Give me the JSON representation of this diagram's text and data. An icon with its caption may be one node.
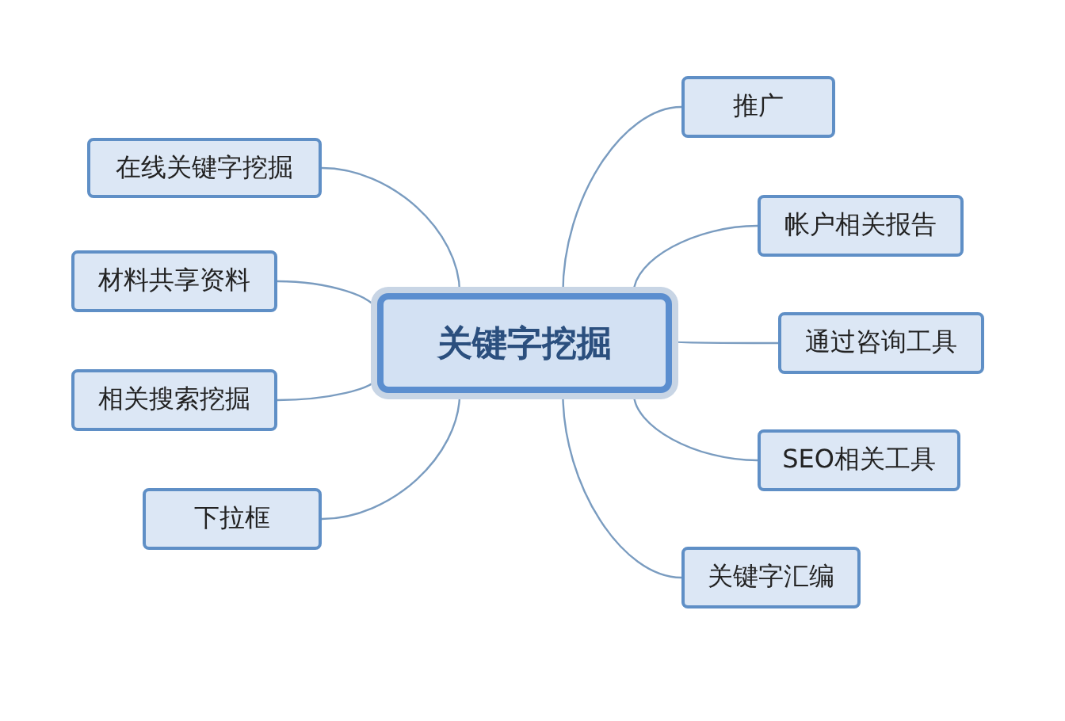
{
  "diagram": {
    "nodes": [
      {
        "text": [
          "关键字挖掘"
        ]
      },
      {
        "text": [
          "在线关键字挖掘"
        ]
      },
      {
        "text": [
          "材料共享资料"
        ]
      },
      {
        "text": [
          "相关搜索挖掘"
        ]
      },
      {
        "text": [
          "下拉框"
        ]
      },
      {
        "text": [
          "推广"
        ]
      },
      {
        "text": [
          "帐户相关报告"
        ]
      },
      {
        "text": [
          "通过咨询工具"
        ]
      },
      {
        "text": [
          "SEO相关工具"
        ]
      },
      {
        "text": [
          "关键字汇编"
        ]
      }
    ],
    "edges": [
      {
        "from": 0,
        "to": 1,
        "arrow": "none"
      },
      {
        "from": 0,
        "to": 2,
        "arrow": "none"
      },
      {
        "from": 0,
        "to": 3,
        "arrow": "none"
      },
      {
        "from": 0,
        "to": 4,
        "arrow": "none"
      },
      {
        "from": 0,
        "to": 5,
        "arrow": "none"
      },
      {
        "from": 0,
        "to": 6,
        "arrow": "none"
      },
      {
        "from": 0,
        "to": 7,
        "arrow": "none"
      },
      {
        "from": 0,
        "to": 8,
        "arrow": "none"
      },
      {
        "from": 0,
        "to": 9,
        "arrow": "none"
      }
    ]
  }
}
